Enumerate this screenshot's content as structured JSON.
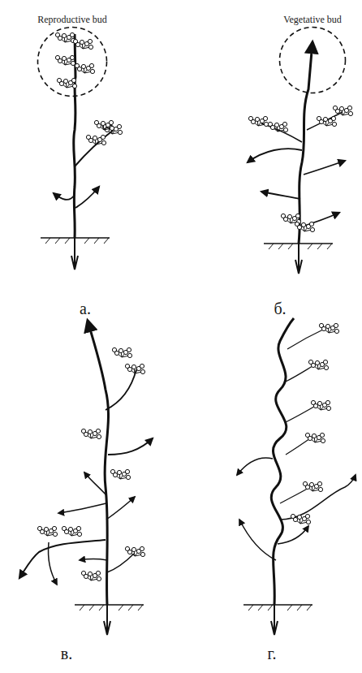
{
  "diagram": {
    "nodes": [
      {
        "text": [
          "Reproductive bud"
        ]
      },
      {
        "text": [
          "Vegetative bud"
        ]
      }
    ],
    "labels": [
      "а.",
      "б.",
      "в.",
      "г."
    ]
  }
}
